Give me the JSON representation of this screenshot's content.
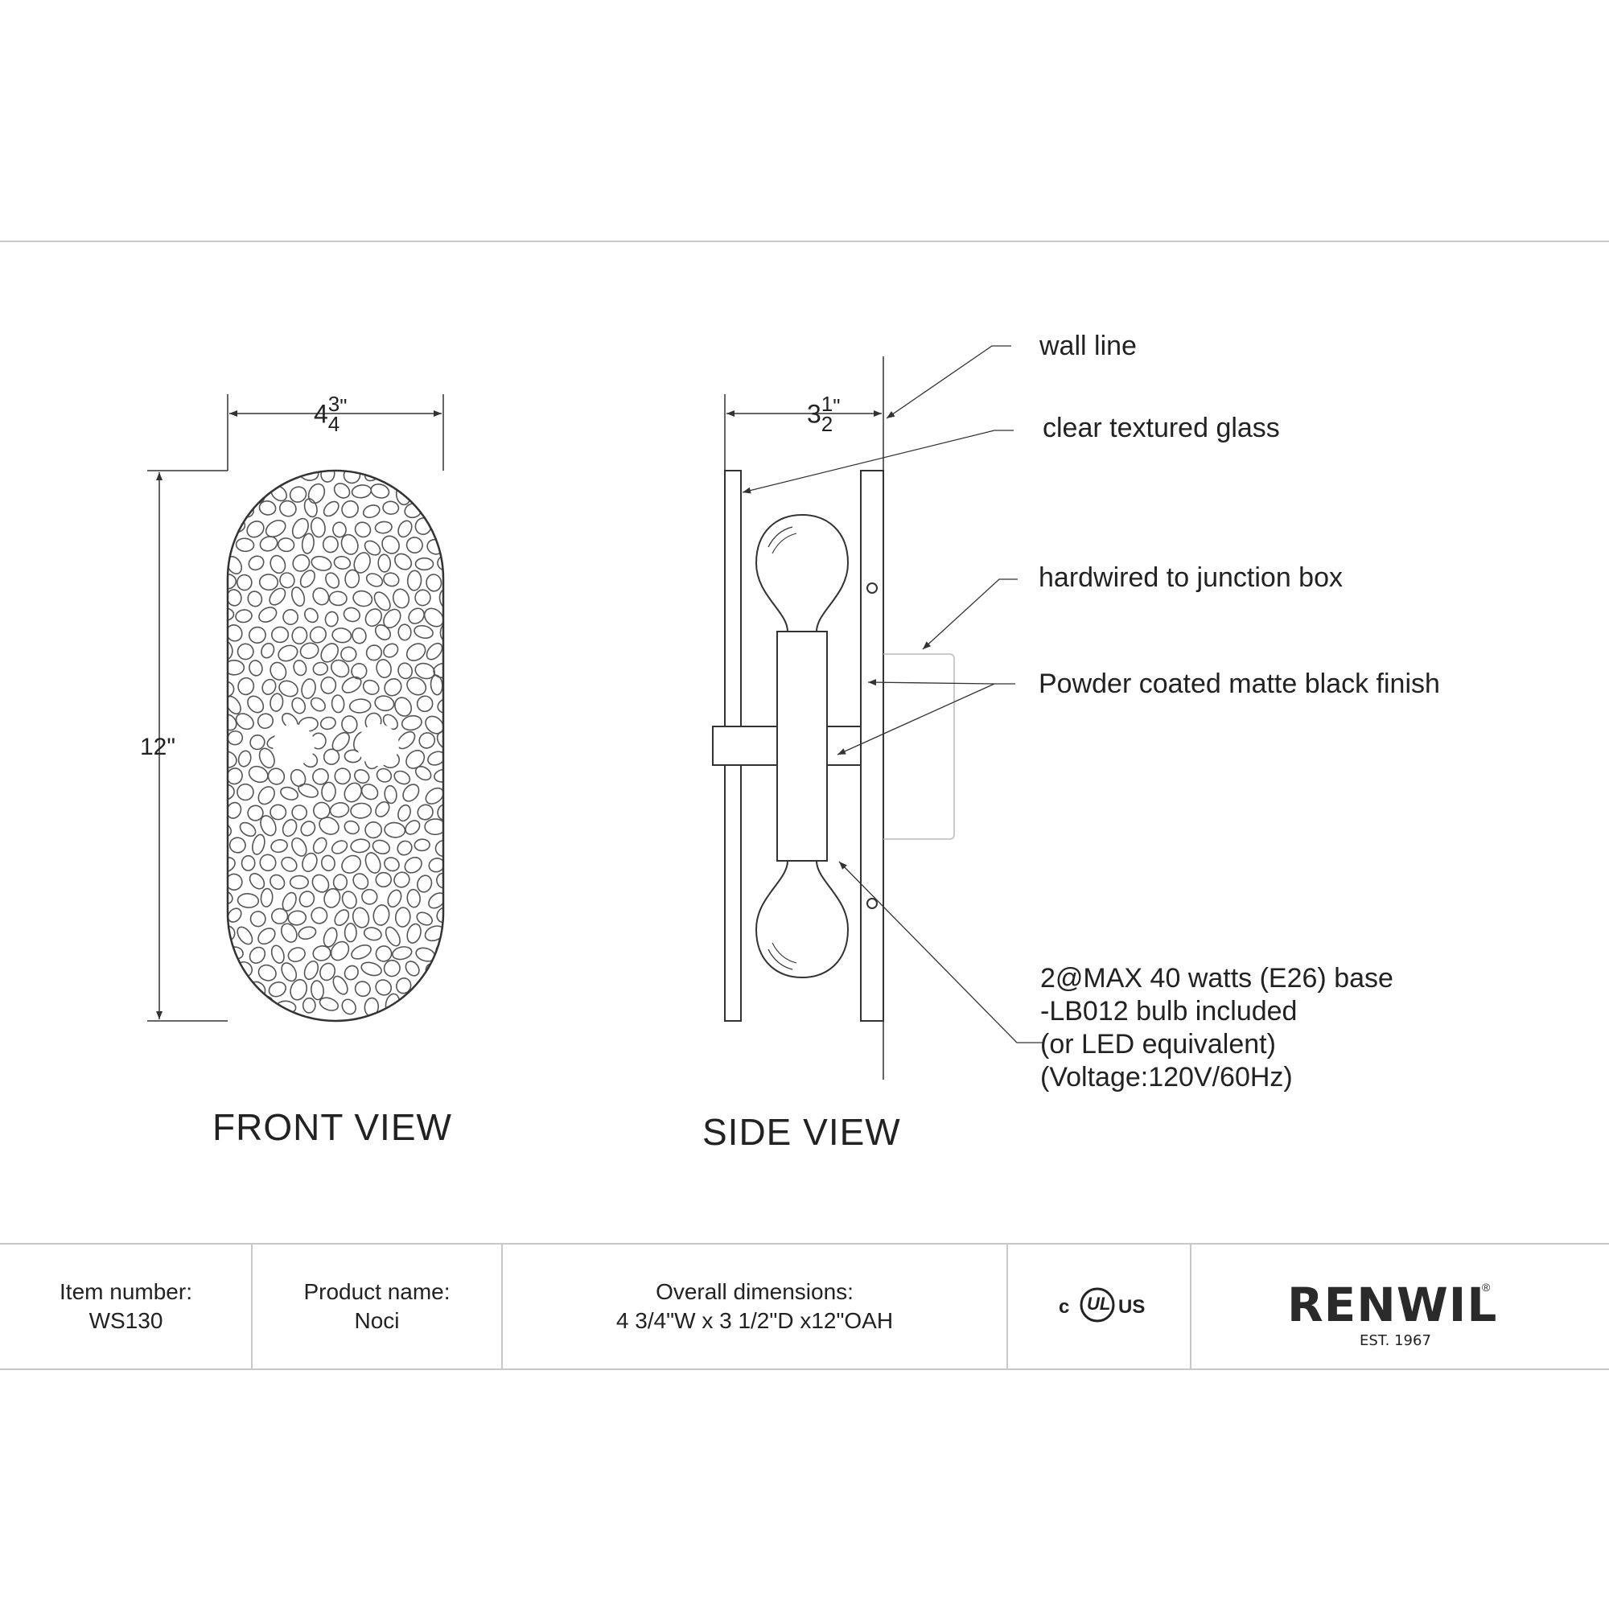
{
  "front_view": {
    "title": "FRONT VIEW",
    "width_dim": {
      "whole": "4",
      "num": "3",
      "den": "4",
      "inch": "\""
    },
    "height_dim": "12\""
  },
  "side_view": {
    "title": "SIDE VIEW",
    "depth_dim": {
      "whole": "3",
      "num": "1",
      "den": "2",
      "inch": "\""
    }
  },
  "callouts": {
    "wall_line": "wall line",
    "glass": "clear textured glass",
    "hardwired": "hardwired to junction box",
    "finish": "Powder coated matte black finish",
    "bulb_lines": [
      "2@MAX 40 watts (E26) base",
      "-LB012 bulb included",
      "(or LED equivalent)",
      "(Voltage:120V/60Hz)"
    ]
  },
  "title_block": {
    "item_label": "Item number:",
    "item_value": "WS130",
    "product_label": "Product name:",
    "product_value": "Noci",
    "dims_label": "Overall dimensions:",
    "dims_value": "4 3/4\"W x 3 1/2\"D x12\"OAH",
    "cert_c": "c",
    "cert_ul": "UL",
    "cert_us": "US",
    "brand": "RENWIL",
    "brand_reg": "®",
    "brand_est": "EST. 1967"
  },
  "colors": {
    "line": "#333333",
    "frame": "#c8c8c8",
    "ink": "#222222"
  }
}
